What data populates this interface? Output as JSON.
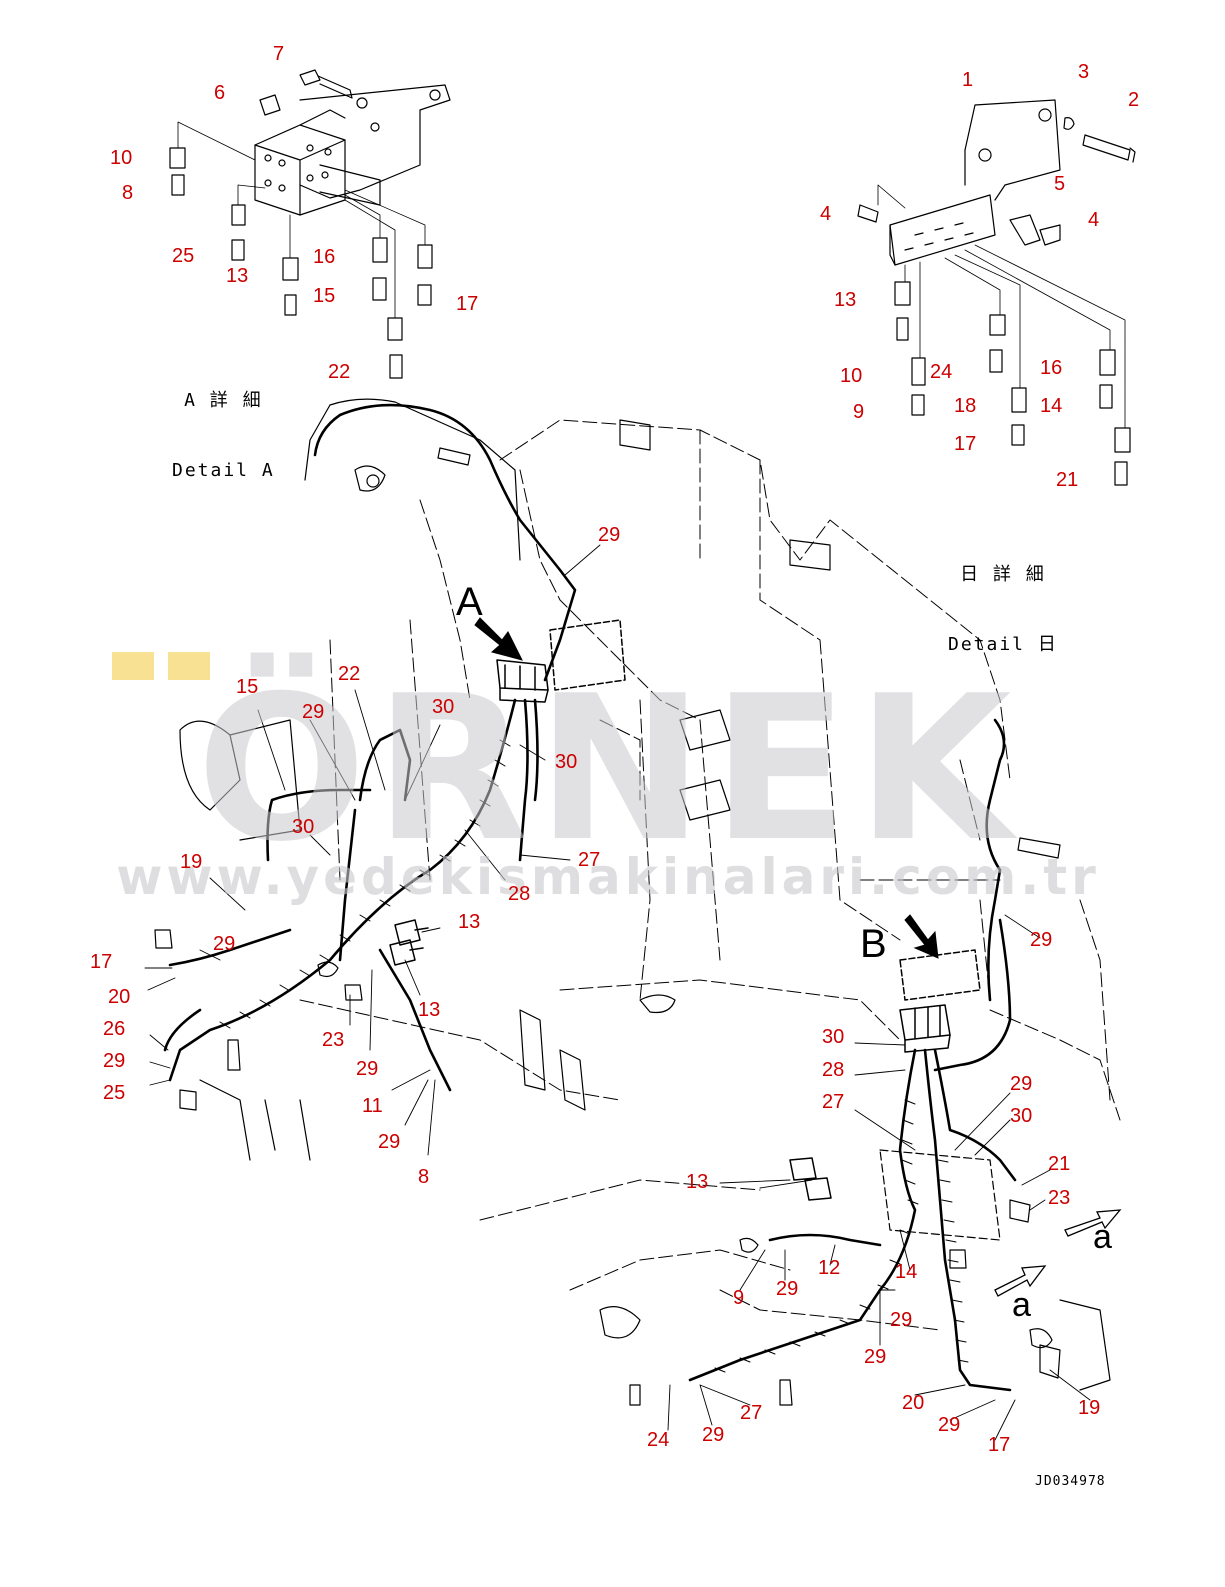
{
  "watermark": {
    "main": "ÖRNEK",
    "url": "www.yedekismakinalari.com.tr",
    "dot_color": "#f8da78"
  },
  "detail_a": {
    "caption_jp": "A 詳 細",
    "caption_en": "Detail A"
  },
  "detail_b": {
    "caption_jp": "日 詳 細",
    "caption_en": "Detail 日"
  },
  "view_markers": {
    "a_upper": "A",
    "b_upper": "B",
    "a_lower_1": "a",
    "a_lower_2": "a"
  },
  "drawing_id": "JD034978",
  "callout_color": "#cc0000",
  "callouts": [
    {
      "id": "c01",
      "label": "7"
    },
    {
      "id": "c02",
      "label": "6"
    },
    {
      "id": "c03",
      "label": "10"
    },
    {
      "id": "c04",
      "label": "8"
    },
    {
      "id": "c05",
      "label": "25"
    },
    {
      "id": "c06",
      "label": "13"
    },
    {
      "id": "c07",
      "label": "16"
    },
    {
      "id": "c08",
      "label": "15"
    },
    {
      "id": "c09",
      "label": "17"
    },
    {
      "id": "c10",
      "label": "22"
    },
    {
      "id": "c11",
      "label": "1"
    },
    {
      "id": "c12",
      "label": "3"
    },
    {
      "id": "c13",
      "label": "2"
    },
    {
      "id": "c14",
      "label": "4"
    },
    {
      "id": "c15",
      "label": "5"
    },
    {
      "id": "c16",
      "label": "4"
    },
    {
      "id": "c17",
      "label": "13"
    },
    {
      "id": "c18",
      "label": "10"
    },
    {
      "id": "c19",
      "label": "24"
    },
    {
      "id": "c20",
      "label": "16"
    },
    {
      "id": "c21",
      "label": "9"
    },
    {
      "id": "c22",
      "label": "18"
    },
    {
      "id": "c23",
      "label": "14"
    },
    {
      "id": "c24",
      "label": "17"
    },
    {
      "id": "c25",
      "label": "21"
    },
    {
      "id": "c26",
      "label": "29"
    },
    {
      "id": "c27",
      "label": "15"
    },
    {
      "id": "c28",
      "label": "29"
    },
    {
      "id": "c29",
      "label": "22"
    },
    {
      "id": "c30",
      "label": "30"
    },
    {
      "id": "c31",
      "label": "30"
    },
    {
      "id": "c32",
      "label": "30"
    },
    {
      "id": "c33",
      "label": "27"
    },
    {
      "id": "c34",
      "label": "28"
    },
    {
      "id": "c35",
      "label": "19"
    },
    {
      "id": "c36",
      "label": "29"
    },
    {
      "id": "c37",
      "label": "17"
    },
    {
      "id": "c38",
      "label": "20"
    },
    {
      "id": "c39",
      "label": "13"
    },
    {
      "id": "c40",
      "label": "13"
    },
    {
      "id": "c41",
      "label": "26"
    },
    {
      "id": "c42",
      "label": "29"
    },
    {
      "id": "c43",
      "label": "25"
    },
    {
      "id": "c44",
      "label": "23"
    },
    {
      "id": "c45",
      "label": "29"
    },
    {
      "id": "c46",
      "label": "11"
    },
    {
      "id": "c47",
      "label": "29"
    },
    {
      "id": "c48",
      "label": "8"
    },
    {
      "id": "c49",
      "label": "29"
    },
    {
      "id": "c50",
      "label": "30"
    },
    {
      "id": "c51",
      "label": "28"
    },
    {
      "id": "c52",
      "label": "27"
    },
    {
      "id": "c53",
      "label": "29"
    },
    {
      "id": "c54",
      "label": "30"
    },
    {
      "id": "c55",
      "label": "21"
    },
    {
      "id": "c56",
      "label": "23"
    },
    {
      "id": "c57",
      "label": "13"
    },
    {
      "id": "c58",
      "label": "12"
    },
    {
      "id": "c59",
      "label": "14"
    },
    {
      "id": "c60",
      "label": "9"
    },
    {
      "id": "c61",
      "label": "29"
    },
    {
      "id": "c62",
      "label": "29"
    },
    {
      "id": "c63",
      "label": "29"
    },
    {
      "id": "c64",
      "label": "20"
    },
    {
      "id": "c65",
      "label": "29"
    },
    {
      "id": "c66",
      "label": "19"
    },
    {
      "id": "c67",
      "label": "17"
    },
    {
      "id": "c68",
      "label": "27"
    },
    {
      "id": "c69",
      "label": "24"
    },
    {
      "id": "c70",
      "label": "29"
    }
  ]
}
